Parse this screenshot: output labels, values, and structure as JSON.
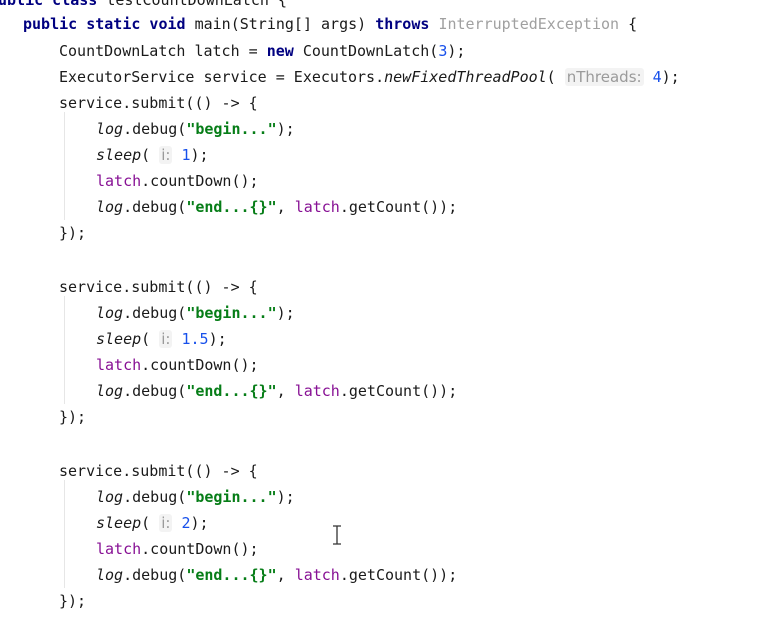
{
  "code": {
    "l0": {
      "a": "ublic class ",
      "b": "testCountDownLatch {"
    },
    "l1": {
      "kw1": "public static void ",
      "name": "main(String[] args) ",
      "kw2": "throws ",
      "exc": "InterruptedException",
      "end": " {"
    },
    "l2": {
      "t1": "CountDownLatch latch = ",
      "kw": "new ",
      "t2": "CountDownLatch(",
      "num": "3",
      "t3": ");"
    },
    "l3": {
      "t1": "ExecutorService service = Executors.",
      "m": "newFixedThreadPool",
      "t2": "( ",
      "hint": "nThreads:",
      "num": " 4",
      "t3": ");"
    },
    "blocks": [
      {
        "submit": "service.submit(() -> {",
        "log1": {
          "log": "log",
          "call": ".debug(",
          "str": "\"begin...\"",
          "end": ");"
        },
        "sleep": {
          "m": "sleep",
          "open": "( ",
          "hint": "i:",
          "num": " 1",
          "end": ");"
        },
        "count": {
          "fld": "latch",
          "rest": ".countDown();"
        },
        "log2": {
          "log": "log",
          "call": ".debug(",
          "str": "\"end...{}\"",
          "mid": ", ",
          "fld": "latch",
          "rest": ".getCount());"
        },
        "close": "});"
      },
      {
        "submit": "service.submit(() -> {",
        "log1": {
          "log": "log",
          "call": ".debug(",
          "str": "\"begin...\"",
          "end": ");"
        },
        "sleep": {
          "m": "sleep",
          "open": "( ",
          "hint": "i:",
          "num": " 1.5",
          "end": ");"
        },
        "count": {
          "fld": "latch",
          "rest": ".countDown();"
        },
        "log2": {
          "log": "log",
          "call": ".debug(",
          "str": "\"end...{}\"",
          "mid": ", ",
          "fld": "latch",
          "rest": ".getCount());"
        },
        "close": "});"
      },
      {
        "submit": "service.submit(() -> {",
        "log1": {
          "log": "log",
          "call": ".debug(",
          "str": "\"begin...\"",
          "end": ");"
        },
        "sleep": {
          "m": "sleep",
          "open": "( ",
          "hint": "i:",
          "num": " 2",
          "end": ");"
        },
        "count": {
          "fld": "latch",
          "rest": ".countDown();"
        },
        "log2": {
          "log": "log",
          "call": ".debug(",
          "str": "\"end...{}\"",
          "mid": ", ",
          "fld": "latch",
          "rest": ".getCount());"
        },
        "close": "});"
      }
    ]
  },
  "cursor_icon": "text-cursor-icon"
}
